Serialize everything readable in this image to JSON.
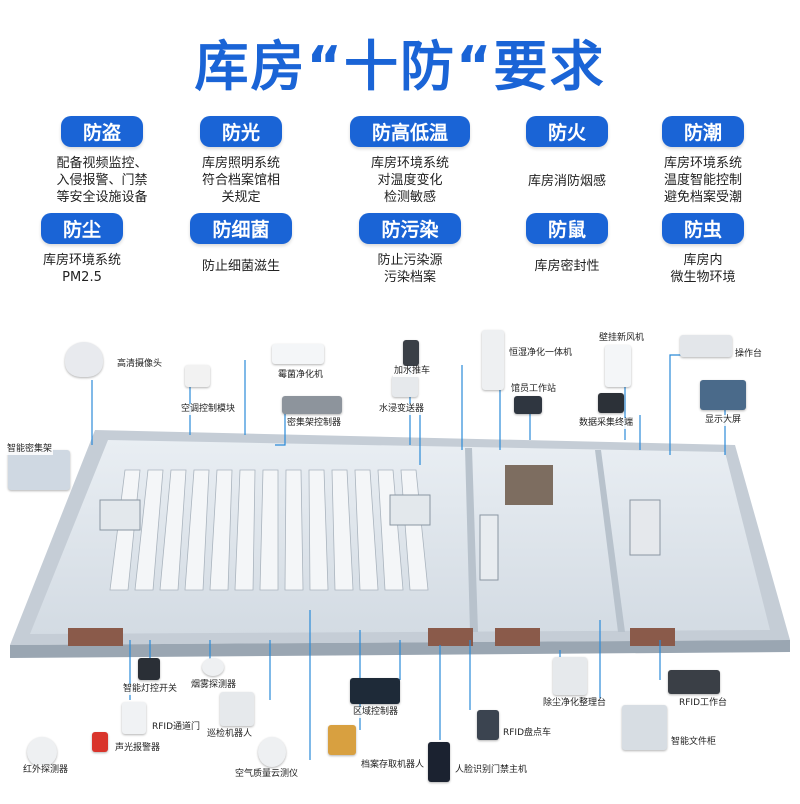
{
  "title": "库房“十防“要求",
  "categories": [
    {
      "label": "防盗",
      "lines": [
        "配备视频监控、",
        "入侵报警、门禁",
        "等安全设施设备"
      ]
    },
    {
      "label": "防光",
      "lines": [
        "库房照明系统",
        "符合档案馆相",
        "关规定"
      ]
    },
    {
      "label": "防高低温",
      "lines": [
        "库房环境系统",
        "对温度变化",
        "检测敏感"
      ]
    },
    {
      "label": "防火",
      "lines": [
        "库房消防烟感"
      ]
    },
    {
      "label": "防潮",
      "lines": [
        "库房环境系统",
        "温度智能控制",
        "避免档案受潮"
      ]
    },
    {
      "label": "防尘",
      "lines": [
        "库房环境系统",
        "PM2.5"
      ]
    },
    {
      "label": "防细菌",
      "lines": [
        "防止细菌滋生"
      ]
    },
    {
      "label": "防污染",
      "lines": [
        "防止污染源",
        "污染档案"
      ]
    },
    {
      "label": "防鼠",
      "lines": [
        "库房密封性"
      ]
    },
    {
      "label": "防虫",
      "lines": [
        "库房内",
        "微生物环境"
      ]
    }
  ],
  "devices": [
    {
      "name": "高清摄像头"
    },
    {
      "name": "空调控制模块"
    },
    {
      "name": "霉菌净化机"
    },
    {
      "name": "密集架控制器"
    },
    {
      "name": "加水推车"
    },
    {
      "name": "水浸变送器"
    },
    {
      "name": "恒湿净化一体机"
    },
    {
      "name": "馆员工作站"
    },
    {
      "name": "壁挂新风机"
    },
    {
      "name": "数据采集终端"
    },
    {
      "name": "操作台"
    },
    {
      "name": "显示大屏"
    },
    {
      "name": "智能密集架"
    },
    {
      "name": "智能灯控开关"
    },
    {
      "name": "烟雾探测器"
    },
    {
      "name": "RFID通道门"
    },
    {
      "name": "声光报警器"
    },
    {
      "name": "红外探测器"
    },
    {
      "name": "巡检机器人"
    },
    {
      "name": "空气质量云测仪"
    },
    {
      "name": "区域控制器"
    },
    {
      "name": "档案存取机器人"
    },
    {
      "name": "RFID盘点车"
    },
    {
      "name": "人脸识别门禁主机"
    },
    {
      "name": "除尘净化整理台"
    },
    {
      "name": "RFID工作台"
    },
    {
      "name": "智能文件柜"
    }
  ],
  "colors": {
    "accent": "#1a64d6",
    "line": "#2a8ad8"
  }
}
